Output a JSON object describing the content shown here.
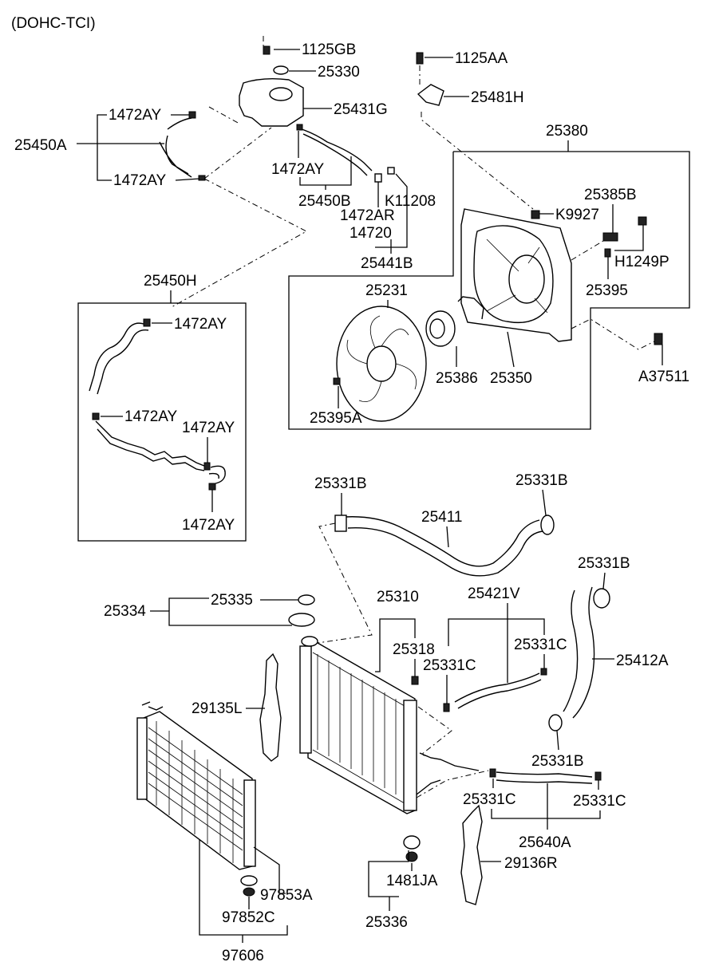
{
  "header": {
    "engine_variant": "(DOHC-TCI)"
  },
  "labels": {
    "l1125GB": "1125GB",
    "l25330": "25330",
    "l25431G": "25431G",
    "l1472AY_a": "1472AY",
    "l25450A": "25450A",
    "l1472AY_b": "1472AY",
    "l1472AY_c": "1472AY",
    "l25450B": "25450B",
    "l1472AR": "1472AR",
    "l14720": "14720",
    "lK11208": "K11208",
    "l25441B": "25441B",
    "l1125AA": "1125AA",
    "l25481H": "25481H",
    "l25380": "25380",
    "l25385B": "25385B",
    "lK9927": "K9927",
    "lH1249P": "H1249P",
    "l25395": "25395",
    "l25231": "25231",
    "l25386": "25386",
    "l25350": "25350",
    "l25395A": "25395A",
    "lA37511": "A37511",
    "l25450H": "25450H",
    "l1472AY_d": "1472AY",
    "l1472AY_e": "1472AY",
    "l1472AY_f": "1472AY",
    "l1472AY_g": "1472AY",
    "l25331B_a": "25331B",
    "l25331B_b": "25331B",
    "l25411": "25411",
    "l25331B_c": "25331B",
    "l25412A": "25412A",
    "l25310": "25310",
    "l25421V": "25421V",
    "l25334": "25334",
    "l25335": "25335",
    "l25318": "25318",
    "l25331C_a": "25331C",
    "l25331C_b": "25331C",
    "l29135L": "29135L",
    "l25331B_d": "25331B",
    "l25331C_c": "25331C",
    "l25331C_d": "25331C",
    "l25640A": "25640A",
    "l29136R": "29136R",
    "l1481JA": "1481JA",
    "l25336": "25336",
    "l97853A": "97853A",
    "l97852C": "97852C",
    "l97606": "97606"
  }
}
